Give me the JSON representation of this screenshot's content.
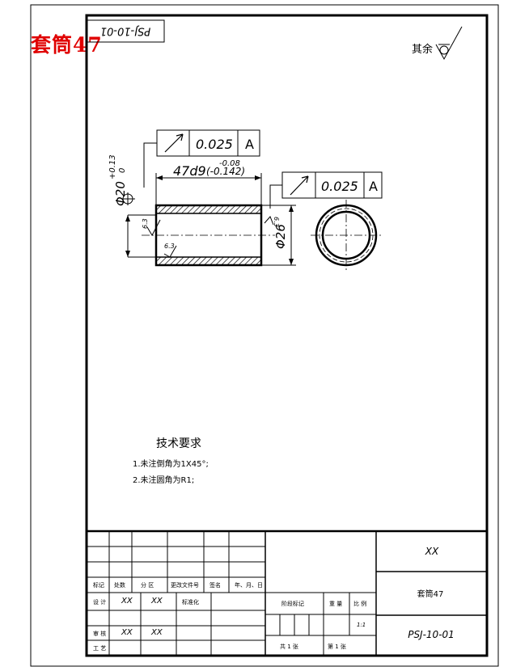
{
  "overlay_title": "套筒47",
  "drawing_code": "PSJ-10-01",
  "roughness_note": "其余",
  "gdt_top": {
    "tolerance": "0.025",
    "datum": "A"
  },
  "gdt_right": {
    "tolerance": "0.025",
    "datum": "A"
  },
  "dims": {
    "length": "47d9",
    "length_upper": "-0.08",
    "length_lower": "(-0.142)",
    "bore_diameter": "Φ20",
    "bore_upper": "+0.13",
    "bore_lower": "0",
    "outer_diameter": "Φ26"
  },
  "roughness_values": {
    "left": "6.3",
    "bore": "6.3",
    "right": "6.3"
  },
  "tech_requirements": {
    "heading": "技术要求",
    "items": [
      "1.未注倒角为1X45°;",
      "2.未注圆角为R1;"
    ]
  },
  "title_block": {
    "col_labels": [
      "标记",
      "处数",
      "分 区",
      "更改文件号",
      "签名",
      "年、月、日"
    ],
    "row_design": "设 计",
    "row_review": "审 核",
    "row_process": "工 艺",
    "design_sign1": "XX",
    "design_sign2": "XX",
    "standardization": "标准化",
    "review_sign1": "XX",
    "review_sign2": "XX",
    "stage_mark": "阶段标记",
    "weight": "重 量",
    "scale": "比 例",
    "scale_value": "1:1",
    "total_sheets": "共 1 张",
    "sheet_no": "第 1 张",
    "company": "XX",
    "part_name": "套筒47",
    "drawing_number": "PSJ-10-01"
  }
}
